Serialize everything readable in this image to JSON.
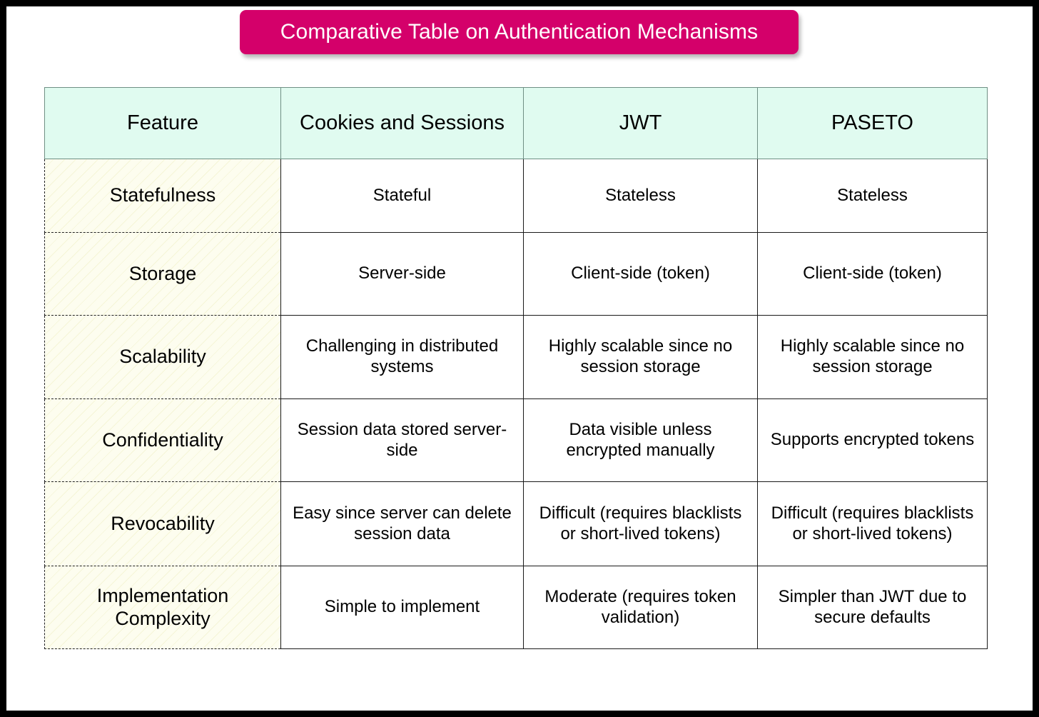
{
  "title": "Comparative Table on Authentication Mechanisms",
  "colors": {
    "banner": "#D4006A",
    "banner_text": "#FFFFFF",
    "header_row": "#E0FBF0",
    "feature_column": "#FDFDEF",
    "page": "#FFFFFF",
    "outer_frame": "#000000"
  },
  "table": {
    "headers": [
      "Feature",
      "Cookies and Sessions",
      "JWT",
      "PASETO"
    ],
    "rows": [
      {
        "feature": "Statefulness",
        "cookies_sessions": "Stateful",
        "jwt": "Stateless",
        "paseto": "Stateless"
      },
      {
        "feature": "Storage",
        "cookies_sessions": "Server-side",
        "jwt": "Client-side (token)",
        "paseto": "Client-side (token)"
      },
      {
        "feature": "Scalability",
        "cookies_sessions": "Challenging in distributed systems",
        "jwt": "Highly scalable since no session storage",
        "paseto": "Highly scalable since no session storage"
      },
      {
        "feature": "Confidentiality",
        "cookies_sessions": "Session data stored server-side",
        "jwt": "Data visible unless encrypted manually",
        "paseto": "Supports encrypted tokens"
      },
      {
        "feature": "Revocability",
        "cookies_sessions": "Easy since server can delete session data",
        "jwt": "Difficult (requires blacklists or short-lived tokens)",
        "paseto": "Difficult (requires blacklists or short-lived tokens)"
      },
      {
        "feature": "Implementation Complexity",
        "cookies_sessions": "Simple to implement",
        "jwt": "Moderate (requires token validation)",
        "paseto": "Simpler than JWT due to secure defaults"
      }
    ]
  }
}
